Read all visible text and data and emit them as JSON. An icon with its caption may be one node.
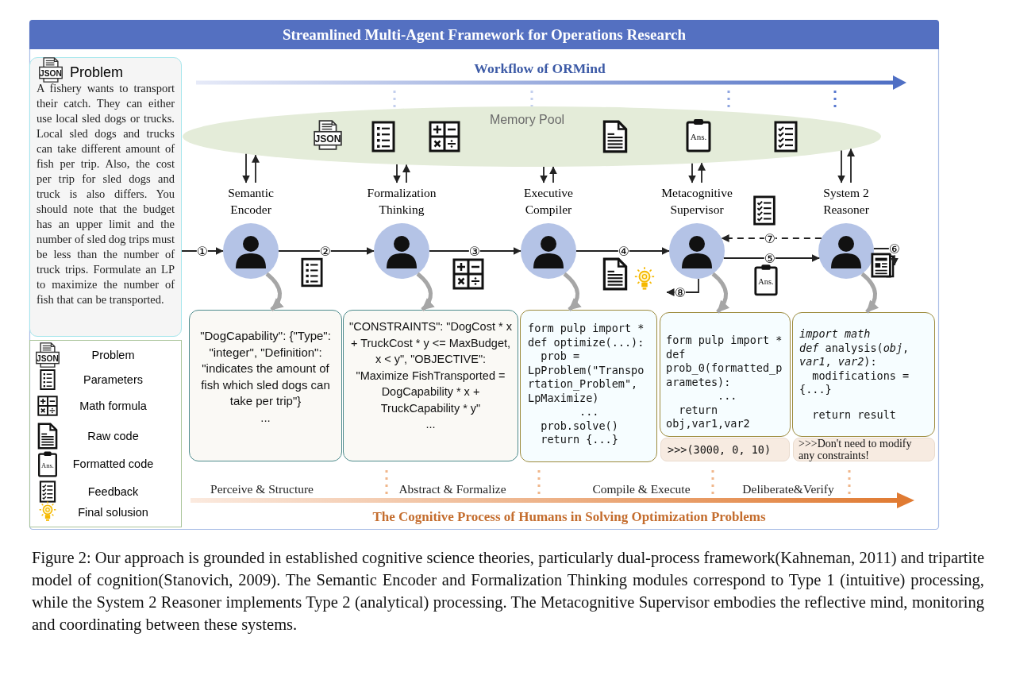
{
  "diagram": {
    "title": "Streamlined Multi-Agent Framework for Operations Research",
    "caption": "Figure 2: Our approach is grounded in established cognitive science theories, particularly dual-process framework(Kahneman, 2011) and tripartite model of cognition(Stanovich, 2009). The Semantic Encoder and Formalization Thinking modules correspond to Type 1 (intuitive) processing, while the System 2 Reasoner implements Type 2 (analytical) processing. The Metacognitive Supervisor embodies the reflective mind, monitoring and coordinating between these systems.",
    "nodes": [
      {
        "text": [
          "Problem",
          "A fishery wants to transport their catch. They can either use local sled dogs or trucks. Local sled dogs and trucks can take different amount of fish per trip. Also, the cost per trip for sled dogs and truck is also differs. You should note that the budget has an upper limit and the number of sled dog trips must be less than the number of truck trips. Formulate an LP to maximize the number of fish that can be transported."
        ]
      },
      {
        "text": [
          "Memory Pool"
        ]
      },
      {
        "text": [
          "Semantic Encoder"
        ]
      },
      {
        "text": [
          "Formalization Thinking"
        ]
      },
      {
        "text": [
          "Executive Compiler"
        ]
      },
      {
        "text": [
          "Metacognitive Supervisor"
        ]
      },
      {
        "text": [
          "System 2 Reasoner"
        ]
      },
      {
        "text": [],
        "shape": "picture"
      },
      {
        "text": [],
        "shape": "picture"
      },
      {
        "text": [
          "\"DogCapability\": {\"Type\": \"integer\", \"Definition\": \"indicates the amount of fish which sled dogs can take per trip\"}",
          "..."
        ]
      },
      {
        "text": [
          "\"CONSTRAINTS\": \"DogCost * x + TruckCost * y <= MaxBudget, x < y\", \"OBJECTIVE\": \"Maximize FishTransported = DogCapability * x + TruckCapability * y\"",
          "..."
        ]
      },
      {
        "text": [
          "form pulp import *",
          "def optimize(...):",
          "prob = LpProblem(\"Transportation_Problem\", LpMaximize)",
          "...",
          "prob.solve()",
          "return {...}"
        ]
      },
      {
        "text": [
          "form pulp import *",
          "def prob_0(formatted_parametes):",
          "...",
          "return obj,var1,var2"
        ]
      },
      {
        "text": [
          "import math",
          "*def* analysis(*obj*, *var1*, *var2*):",
          "modifications = {...}",
          "return result"
        ]
      },
      {
        "text": [
          ">>>(3000, 0, 10)"
        ]
      },
      {
        "text": [
          ">>>Don't need to modify any constraints!"
        ]
      }
    ],
    "edges": [
      {
        "from": 0,
        "to": 2,
        "arrow": "to",
        "label": "①"
      },
      {
        "from": 2,
        "to": 3,
        "arrow": "to",
        "label": "②"
      },
      {
        "from": 3,
        "to": 4,
        "arrow": "to",
        "label": "③"
      },
      {
        "from": 4,
        "to": 5,
        "arrow": "to",
        "label": "④"
      },
      {
        "from": 5,
        "to": 6,
        "arrow": "to",
        "label": "⑤"
      },
      {
        "from": 6,
        "to": 8,
        "arrow": "to",
        "label": "⑥"
      },
      {
        "from": 6,
        "to": 5,
        "arrow": "to",
        "label": "⑦",
        "style": "dashed"
      },
      {
        "from": 5,
        "to": 7,
        "arrow": "to",
        "label": "⑧"
      },
      {
        "from": 1,
        "to": 2,
        "arrow": "to"
      },
      {
        "from": 2,
        "to": 1,
        "arrow": "to"
      },
      {
        "from": 1,
        "to": 3,
        "arrow": "to"
      },
      {
        "from": 3,
        "to": 1,
        "arrow": "to"
      },
      {
        "from": 1,
        "to": 4,
        "arrow": "to"
      },
      {
        "from": 4,
        "to": 1,
        "arrow": "to"
      },
      {
        "from": 1,
        "to": 5,
        "arrow": "to"
      },
      {
        "from": 5,
        "to": 1,
        "arrow": "to"
      },
      {
        "from": 1,
        "to": 6,
        "arrow": "to"
      },
      {
        "from": 6,
        "to": 1,
        "arrow": "to"
      },
      {
        "from": 2,
        "to": 9,
        "arrow": "to",
        "style": "thick",
        "color": "#a6a6a6"
      },
      {
        "from": 3,
        "to": 10,
        "arrow": "to",
        "style": "thick",
        "color": "#a6a6a6"
      },
      {
        "from": 4,
        "to": 11,
        "arrow": "to",
        "style": "thick",
        "color": "#a6a6a6"
      },
      {
        "from": 5,
        "to": 12,
        "arrow": "to",
        "style": "thick",
        "color": "#a6a6a6"
      },
      {
        "from": 6,
        "to": 13,
        "arrow": "to",
        "style": "thick",
        "color": "#a6a6a6"
      }
    ],
    "labels": [
      "JSON",
      "Workflow of ORMind",
      "JSON",
      "Ans.",
      "Ans.",
      "Perceive & Structure",
      "Abstract & Formalize",
      "Compile & Execute",
      "Deliberate&Verify",
      "The Cognitive Process of Humans in Solving Optimization Problems",
      "JSON",
      "Ans."
    ],
    "legend": [
      {
        "text": "Problem"
      },
      {
        "text": "Parameters"
      },
      {
        "text": "Math formula"
      },
      {
        "text": "Raw code"
      },
      {
        "text": "Formatted code"
      },
      {
        "text": "Feedback"
      },
      {
        "text": "Final solusion"
      }
    ]
  }
}
